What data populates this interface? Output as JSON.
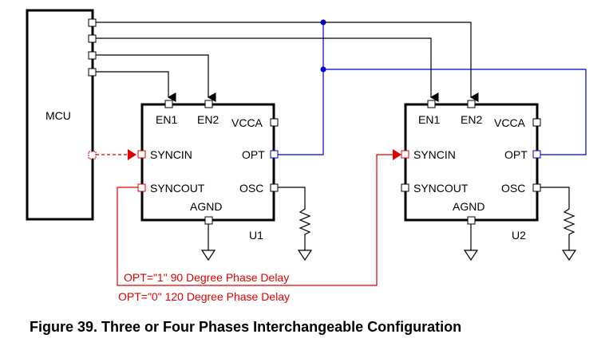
{
  "mcu": {
    "label": "MCU"
  },
  "u1": {
    "label": "U1",
    "pins": {
      "en1": "EN1",
      "en2": "EN2",
      "vcca": "VCCA",
      "syncin": "SYNCIN",
      "opt": "OPT",
      "syncout": "SYNCOUT",
      "osc": "OSC",
      "agnd": "AGND"
    }
  },
  "u2": {
    "label": "U2",
    "pins": {
      "en1": "EN1",
      "en2": "EN2",
      "vcca": "VCCA",
      "syncin": "SYNCIN",
      "opt": "OPT",
      "syncout": "SYNCOUT",
      "osc": "OSC",
      "agnd": "AGND"
    }
  },
  "notes": {
    "opt1": "OPT=\"1\" 90 Degree Phase Delay",
    "opt0": "OPT=\"0\" 120 Degree Phase Delay"
  },
  "caption": "Figure 39.  Three or Four Phases Interchangeable Configuration",
  "colors": {
    "line": "#000000",
    "opt_wire": "#0000cc",
    "sync_wire": "#e00000"
  }
}
